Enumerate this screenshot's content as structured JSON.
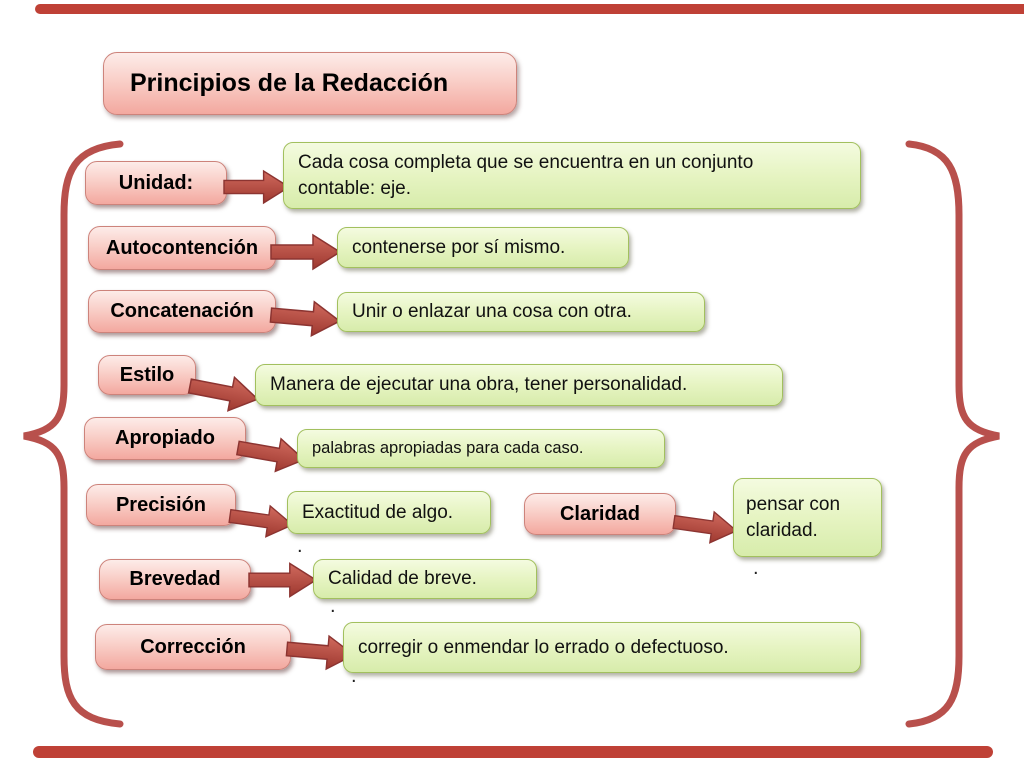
{
  "slide": {
    "title": "Principios de la Redacción",
    "principles": [
      {
        "label": "Unidad:",
        "definition": "Cada cosa completa que se encuentra en un conjunto contable: eje.",
        "trailing_period": ""
      },
      {
        "label": "Autocontención",
        "definition": "contenerse por sí mismo.",
        "trailing_period": ""
      },
      {
        "label": "Concatenación",
        "definition": "Unir o enlazar una cosa con otra.",
        "trailing_period": ""
      },
      {
        "label": "Estilo",
        "definition": "Manera de ejecutar una obra, tener personalidad.",
        "trailing_period": ""
      },
      {
        "label": "Apropiado",
        "definition": "palabras apropiadas para cada  caso.",
        "trailing_period": ""
      },
      {
        "label": "Precisión",
        "definition": "Exactitud de algo.",
        "trailing_period": "."
      },
      {
        "label": "Claridad",
        "definition": "pensar con claridad.",
        "trailing_period": "."
      },
      {
        "label": "Brevedad",
        "definition": "Calidad de breve.",
        "trailing_period": "."
      },
      {
        "label": "Corrección",
        "definition": "corregir o enmendar lo errado o defectuoso.",
        "trailing_period": "."
      }
    ],
    "colors": {
      "box_pink": "#f3a89f",
      "box_green": "#d7ecab",
      "arrow_red": "#a83c35",
      "brace_red": "#b8504c",
      "bar_red": "#bf4136"
    }
  }
}
